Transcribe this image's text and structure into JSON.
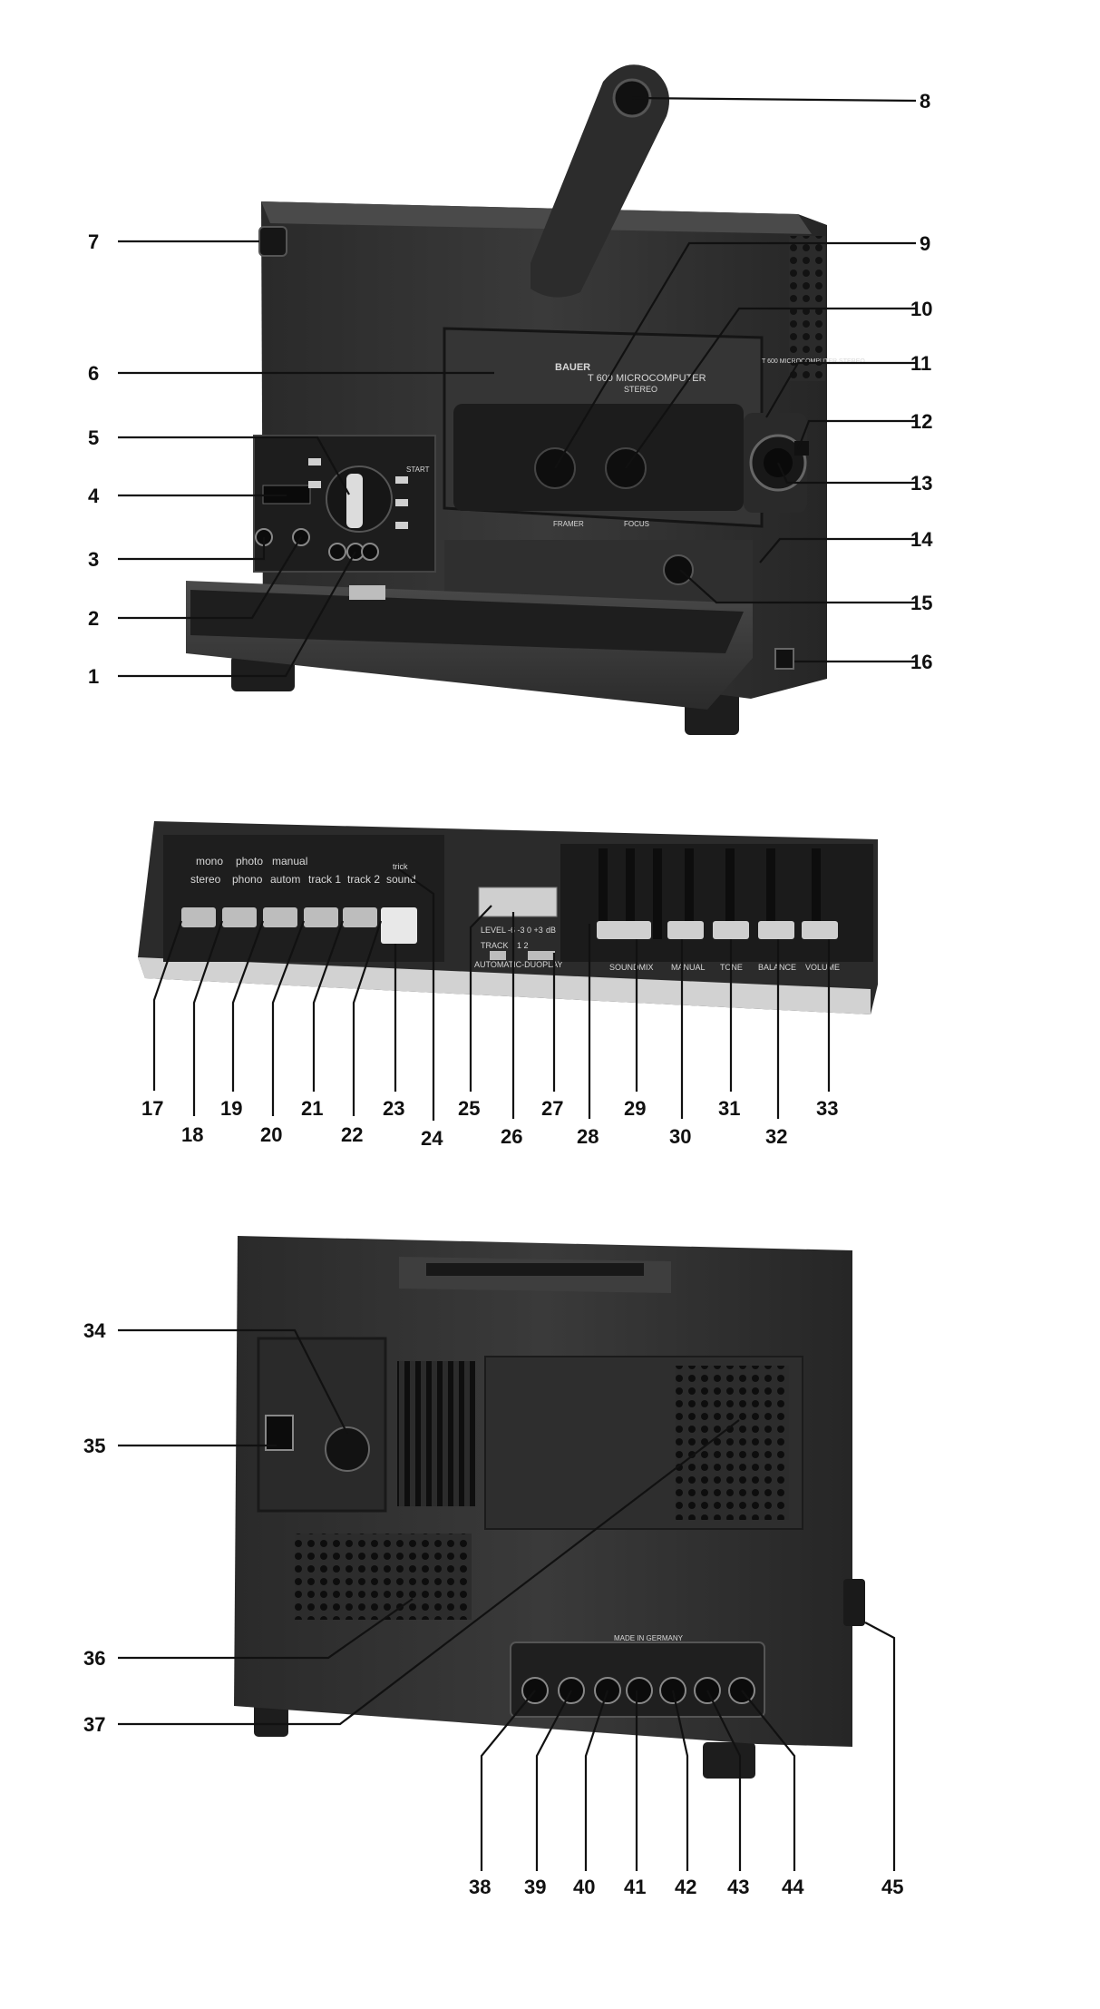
{
  "brand": {
    "name": "BAUER",
    "model": "T 600 MICROCOMPUTER",
    "variant": "STEREO",
    "side_model": "T 600 MICROCOMPUTER STEREO"
  },
  "front_panel": {
    "knob_labels": [
      "FRAMER",
      "FOCUS"
    ],
    "mode_labels": [
      "START"
    ]
  },
  "control_panel": {
    "top_row": [
      "mono",
      "photo",
      "manual",
      "trick"
    ],
    "bottom_row": [
      "stereo",
      "phono",
      "autom",
      "track 1",
      "track 2",
      "sound"
    ],
    "level_label": "LEVEL",
    "level_scale": "-6 -3 0 +3",
    "db_label": "dB",
    "track_label": "TRACK",
    "track_numbers": "1 2",
    "display_label": "AUTOMATIC-DUOPLAY",
    "slider_labels": [
      "SOUNDMIX",
      "MANUAL",
      "TONE",
      "BALANCE",
      "VOLUME"
    ]
  },
  "rear_panel": {
    "made_in": "MADE IN GERMANY"
  },
  "callouts": {
    "view1": [
      "1",
      "2",
      "3",
      "4",
      "5",
      "6",
      "7",
      "8",
      "9",
      "10",
      "11",
      "12",
      "13",
      "14",
      "15",
      "16"
    ],
    "view2": [
      "17",
      "18",
      "19",
      "20",
      "21",
      "22",
      "23",
      "24",
      "25",
      "26",
      "27",
      "28",
      "29",
      "30",
      "31",
      "32",
      "33"
    ],
    "view3": [
      "34",
      "35",
      "36",
      "37",
      "38",
      "39",
      "40",
      "41",
      "42",
      "43",
      "44",
      "45"
    ]
  }
}
